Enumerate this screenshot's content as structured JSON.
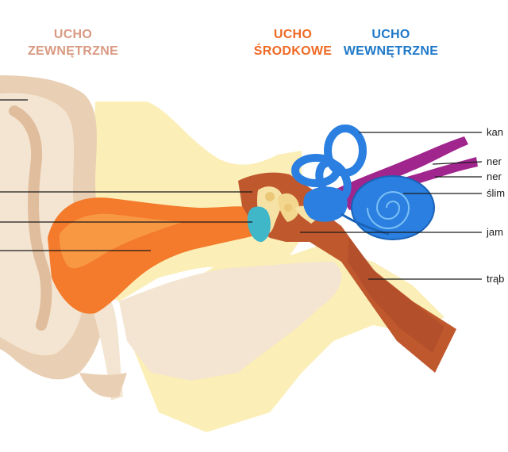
{
  "colors": {
    "outer": "#d99a82",
    "middle": "#ee6a24",
    "inner": "#1e78c8",
    "skin_dark": "#e9cfb3",
    "skin_light": "#f4e5d2",
    "tissue": "#fbeeb6",
    "canal": "#f47a2c",
    "canal_light": "#f9a04a",
    "bone": "#c0582e",
    "labyrinth": "#2a7fe0",
    "nerve": "#a0268d",
    "ossicle": "#f7e2a6",
    "eardrum": "#3fb7c9"
  },
  "sections": {
    "outer": {
      "line1": "UCHO",
      "line2": "ZEWNĘTRZNE"
    },
    "middle": {
      "line1": "UCHO",
      "line2": "ŚRODKOWE"
    },
    "inner": {
      "line1": "UCHO",
      "line2": "WEWNĘTRZNE"
    }
  },
  "labels": {
    "canals": "kan",
    "nerve1": "ner",
    "nerve2": "ner",
    "cochlea": "ślim",
    "cavity": "jam",
    "tube": "trąb"
  }
}
